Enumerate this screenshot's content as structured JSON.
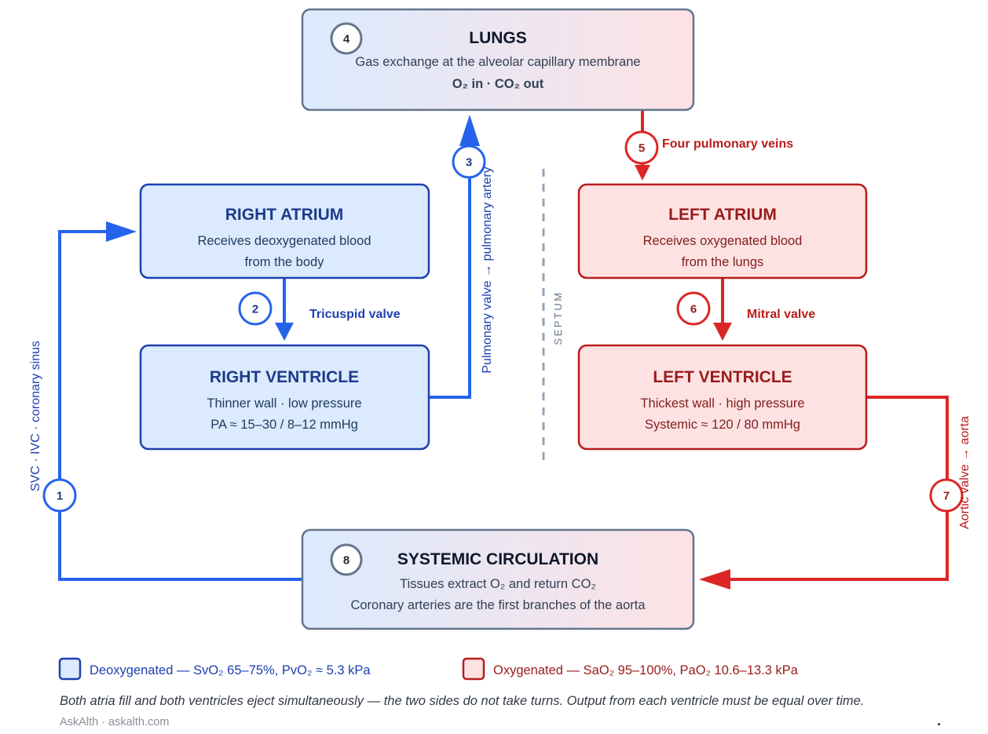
{
  "colors": {
    "blue": "#2563eb",
    "blue_dark": "#1e3a8a",
    "blue_fill": "#dbeafe",
    "red": "#dc2626",
    "red_dark": "#991b1b",
    "red_fill": "#fee2e2",
    "gray": "#64748b"
  },
  "lungs": {
    "badge": "4",
    "title": "LUNGS",
    "line1": "Gas exchange at the alveolar capillary membrane",
    "line2": "O₂ in · CO₂ out"
  },
  "right_atrium": {
    "title": "RIGHT ATRIUM",
    "line1": "Receives deoxygenated blood",
    "line2": "from the body"
  },
  "right_ventricle": {
    "title": "RIGHT VENTRICLE",
    "line1": "Thinner wall · low pressure",
    "line2": "PA ≈ 15–30 / 8–12 mmHg"
  },
  "left_atrium": {
    "title": "LEFT ATRIUM",
    "line1": "Receives oxygenated blood",
    "line2": "from the lungs"
  },
  "left_ventricle": {
    "title": "LEFT VENTRICLE",
    "line1": "Thickest wall · high pressure",
    "line2": "Systemic ≈ 120 / 80 mmHg"
  },
  "systemic": {
    "badge": "8",
    "title": "SYSTEMIC CIRCULATION",
    "line1": "Tissues extract O₂ and return CO₂",
    "line2": "Coronary arteries are the first branches of the aorta"
  },
  "steps": {
    "s1": {
      "badge": "1",
      "label": "SVC · IVC · coronary sinus"
    },
    "s2": {
      "badge": "2",
      "label": "Tricuspid valve"
    },
    "s3": {
      "badge": "3",
      "label": "Pulmonary valve → pulmonary artery"
    },
    "s5": {
      "badge": "5",
      "label": "Four pulmonary veins"
    },
    "s6": {
      "badge": "6",
      "label": "Mitral valve"
    },
    "s7": {
      "badge": "7",
      "label": "Aortic valve → aorta"
    }
  },
  "septum": "SEPTUM",
  "legend": {
    "deoxy": "Deoxygenated — SvO₂ 65–75%, PvO₂ ≈ 5.3 kPa",
    "oxy": "Oxygenated — SaO₂ 95–100%, PaO₂ 10.6–13.3 kPa"
  },
  "note": "Both atria fill and both ventricles eject simultaneously — the two sides do not take turns. Output from each ventricle must be equal over time.",
  "credit": "AskAlth · askalth.com"
}
